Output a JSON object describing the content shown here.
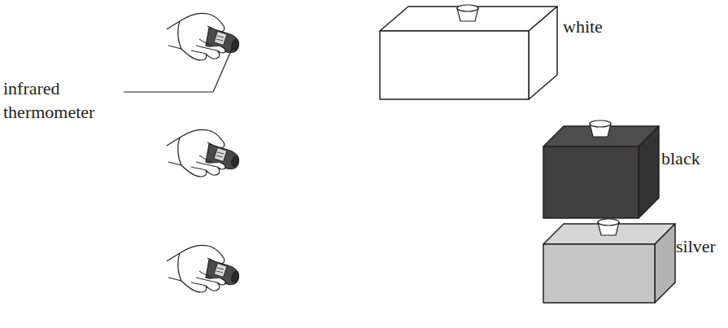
{
  "diagram": {
    "labels": [
      "infrared thermometer",
      "white",
      "black",
      "silver"
    ]
  }
}
